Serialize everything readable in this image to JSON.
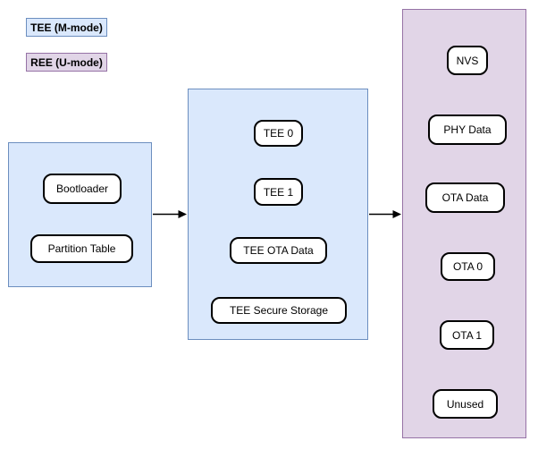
{
  "legend": {
    "items": [
      {
        "label": "TEE (M-mode)",
        "fill": "#dae8fc",
        "stroke": "#6c8ebf"
      },
      {
        "label": "REE (U-mode)",
        "fill": "#e1d5e7",
        "stroke": "#9673a6"
      }
    ]
  },
  "groups": [
    {
      "id": "boot-region",
      "mode": "TEE (M-mode)",
      "items": [
        {
          "label": "Bootloader"
        },
        {
          "label": "Partition Table"
        }
      ]
    },
    {
      "id": "tee-region",
      "mode": "TEE (M-mode)",
      "items": [
        {
          "label": "TEE 0"
        },
        {
          "label": "TEE 1"
        },
        {
          "label": "TEE OTA Data"
        },
        {
          "label": "TEE Secure Storage"
        }
      ]
    },
    {
      "id": "ree-region",
      "mode": "REE (U-mode)",
      "items": [
        {
          "label": "NVS"
        },
        {
          "label": "PHY Data"
        },
        {
          "label": "OTA Data"
        },
        {
          "label": "OTA 0"
        },
        {
          "label": "OTA 1"
        },
        {
          "label": "Unused"
        }
      ]
    }
  ],
  "connections": [
    {
      "from": "boot-region",
      "to": "tee-region"
    },
    {
      "from": "tee-region",
      "to": "ree-region"
    }
  ],
  "colors": {
    "tee_fill": "#dae8fc",
    "tee_stroke": "#6c8ebf",
    "ree_fill": "#e1d5e7",
    "ree_stroke": "#9673a6",
    "node_fill": "#ffffff",
    "node_stroke": "#000000",
    "arrow": "#000000",
    "background": "#ffffff"
  }
}
